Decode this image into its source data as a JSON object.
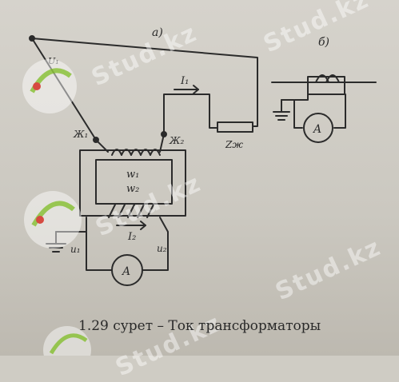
{
  "labels": {
    "part_a": "a)",
    "part_b": "б)",
    "node_tl": "Ж₁",
    "node_tr": "Ж₂",
    "node_bl": "u₁",
    "node_br": "u₂",
    "current_top": "I₁",
    "current_bottom": "I₂",
    "winding_1": "w₁",
    "winding_2": "w₂",
    "load": "Zж",
    "ammeter_a": "A",
    "ammeter_b": "A",
    "voltage_u1": "U₁"
  },
  "caption": "1.29 сурет – Ток трансформаторы",
  "watermark": "Stud.kz",
  "colors": {
    "ink": "#2b2b2b",
    "paper": "#d2cfc7",
    "logo_green": "#8fc63f",
    "logo_red": "#d9352b"
  }
}
